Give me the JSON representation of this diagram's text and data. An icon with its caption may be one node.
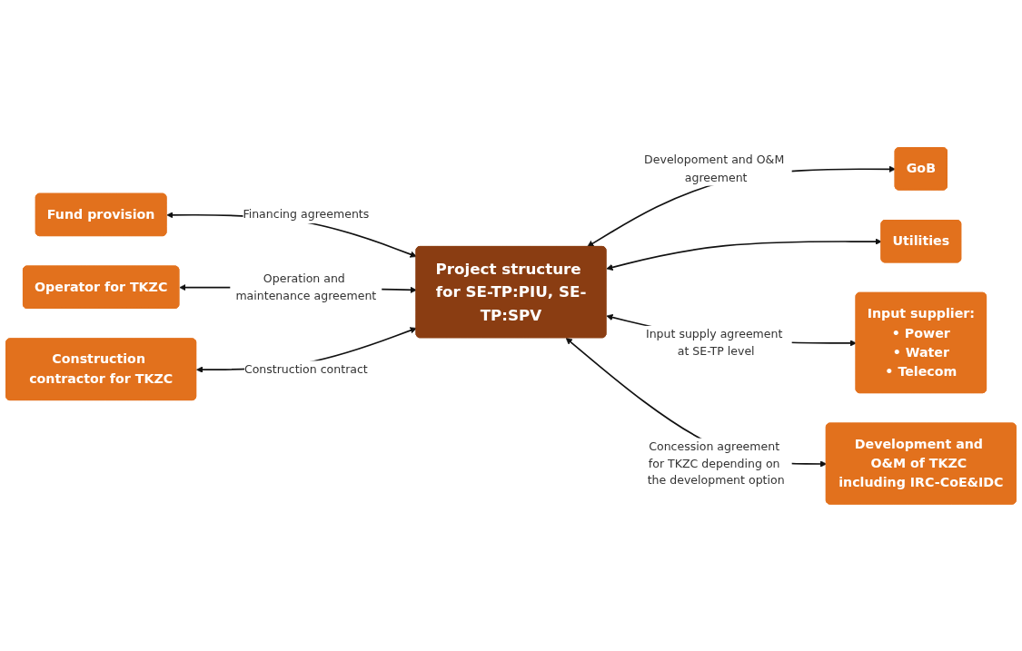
{
  "diagram": {
    "nodes": [
      {
        "text": [
          "Fund provision"
        ]
      },
      {
        "text": [
          "Operator for TKZC"
        ]
      },
      {
        "text": [
          "Construction contractor for TKZC"
        ]
      },
      {
        "text": [
          "Project structure for SE-TP:PIU, SE-TP:SPV"
        ]
      },
      {
        "text": [
          "GoB"
        ]
      },
      {
        "text": [
          "Utilities"
        ]
      },
      {
        "text": [
          "Input supplier:",
          "• Power",
          "• Water",
          "• Telecom"
        ]
      },
      {
        "text": [
          "Development and O&M of TKZC including IRC-CoE&IDC"
        ]
      }
    ],
    "edges": [
      {
        "from": 0,
        "to": 3,
        "arrow": "both",
        "label": "Financing agreements"
      },
      {
        "from": 1,
        "to": 3,
        "arrow": "both",
        "label": "Operation and maintenance agreement"
      },
      {
        "from": 2,
        "to": 3,
        "arrow": "both",
        "label": "Construction contract"
      },
      {
        "from": 3,
        "to": 4,
        "arrow": "both",
        "label": "Developoment and O&M agreement"
      },
      {
        "from": 3,
        "to": 5,
        "arrow": "both"
      },
      {
        "from": 3,
        "to": 6,
        "arrow": "both",
        "label": "Input supply agreement at SE-TP level"
      },
      {
        "from": 3,
        "to": 7,
        "arrow": "both",
        "label": "Concession agreement for TKZC depending on the development option"
      }
    ]
  }
}
